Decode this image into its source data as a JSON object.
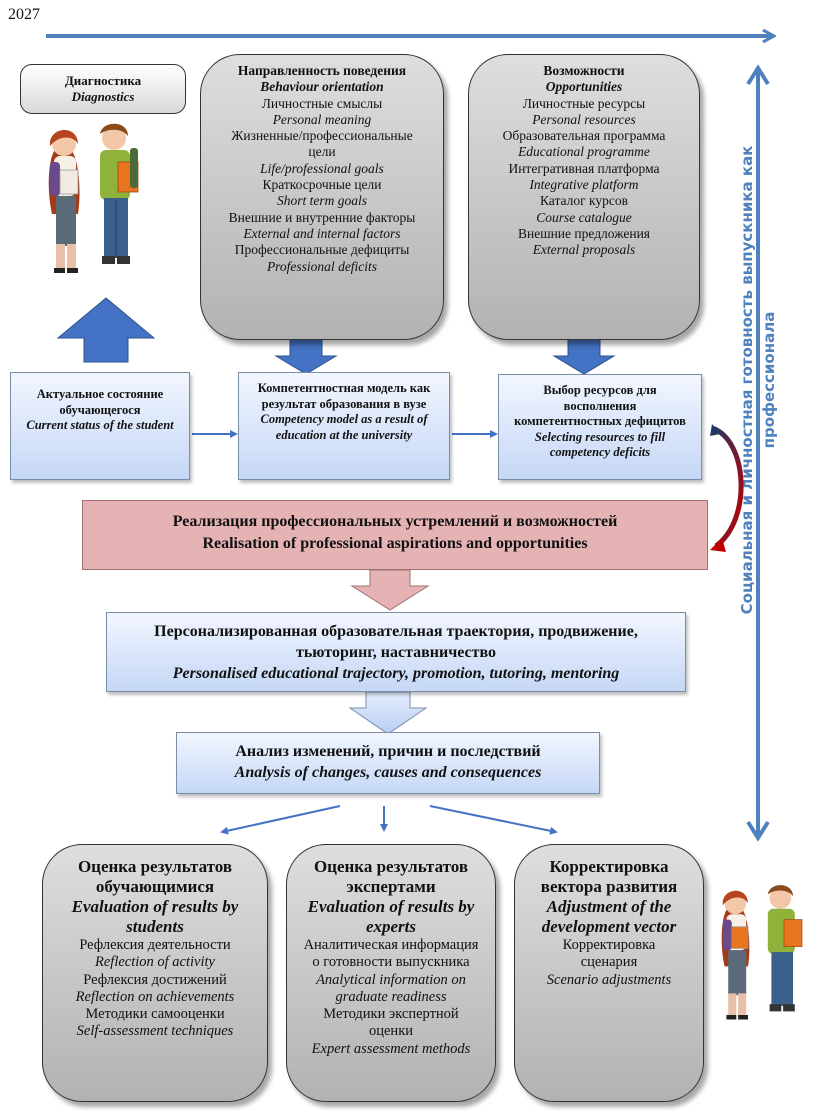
{
  "year": "2027",
  "side_label": {
    "line1": "Социальная и личностная готовность выпускника как",
    "line2": "профессионала"
  },
  "diagnostics": {
    "ru": "Диагностика",
    "en": "Diagnostics"
  },
  "behaviour": {
    "title_ru": "Направленность поведения",
    "title_en": "Behaviour orientation",
    "items": [
      {
        "ru": "Личностные смыслы",
        "en": "Personal meaning"
      },
      {
        "ru": "Жизненные/профессиональные цели",
        "en": "Life/professional goals"
      },
      {
        "ru": "Краткосрочные цели",
        "en": "Short term goals"
      },
      {
        "ru": "Внешние и внутренние факторы",
        "en": "External and internal factors"
      },
      {
        "ru": "Профессиональные дефициты",
        "en": "Professional deficits"
      }
    ]
  },
  "opportunities": {
    "title_ru": "Возможности",
    "title_en": "Opportunities",
    "items": [
      {
        "ru": "Личностные ресурсы",
        "en": "Personal resources"
      },
      {
        "ru": "Образовательная программа",
        "en": "Educational programme"
      },
      {
        "ru": "Интегративная платформа",
        "en": "Integrative platform"
      },
      {
        "ru": "Каталог курсов",
        "en": "Course catalogue"
      },
      {
        "ru": "Внешние предложения",
        "en": "External proposals"
      }
    ]
  },
  "current_status": {
    "ru": "Актуальное состояние обучающегося",
    "en": "Current status of the student"
  },
  "competency_model": {
    "ru": "Компетентностная модель как результат образования в вузе",
    "en": "Competency model as a result of education at the university"
  },
  "selecting_resources": {
    "ru": "Выбор ресурсов для восполнения компетентностных дефицитов",
    "en": "Selecting resources to fill competency deficits"
  },
  "realisation": {
    "ru": "Реализация профессиональных устремлений и возможностей",
    "en": "Realisation of professional aspirations and opportunities"
  },
  "trajectory": {
    "ru": "Персонализированная образовательная траектория, продвижение, тьюторинг, наставничество",
    "en": "Personalised educational trajectory, promotion, tutoring, mentoring"
  },
  "analysis": {
    "ru": "Анализ изменений, причин и последствий",
    "en": "Analysis of changes, causes and consequences"
  },
  "eval_students": {
    "title_ru": "Оценка результатов обучающимися",
    "title_en": "Evaluation of results by students",
    "items": [
      {
        "ru": "Рефлексия деятельности",
        "en": "Reflection of activity"
      },
      {
        "ru": "Рефлексия достижений",
        "en": "Reflection on achievements"
      },
      {
        "ru": "Методики самооценки",
        "en": "Self-assessment techniques"
      }
    ]
  },
  "eval_experts": {
    "title_ru": "Оценка результатов экспертами",
    "title_en": "Evaluation of results by experts",
    "items": [
      {
        "ru": "Аналитическая информация о готовности выпускника",
        "en": "Analytical information on graduate readiness"
      },
      {
        "ru": "Методики экспертной оценки",
        "en": "Expert assessment methods"
      }
    ]
  },
  "adjustment": {
    "title_ru": "Корректировка вектора развития",
    "title_en": "Adjustment of the development vector",
    "items": [
      {
        "ru": "Корректировка сценария",
        "en": "Scenario adjustments"
      }
    ]
  },
  "colors": {
    "axis_blue": "#4f81bd",
    "arrow_blue": "#4472c4",
    "box_blue_light": "#f2f6ff",
    "box_blue_dark": "#c5d7f6",
    "pink": "#e6b3b5",
    "grey_light": "#dedede",
    "grey_dark": "#b2b2b2",
    "curved_arrow_red": "#c00000",
    "curved_arrow_navy": "#1f3864"
  },
  "icons": [
    "students-illustration",
    "students-illustration"
  ]
}
